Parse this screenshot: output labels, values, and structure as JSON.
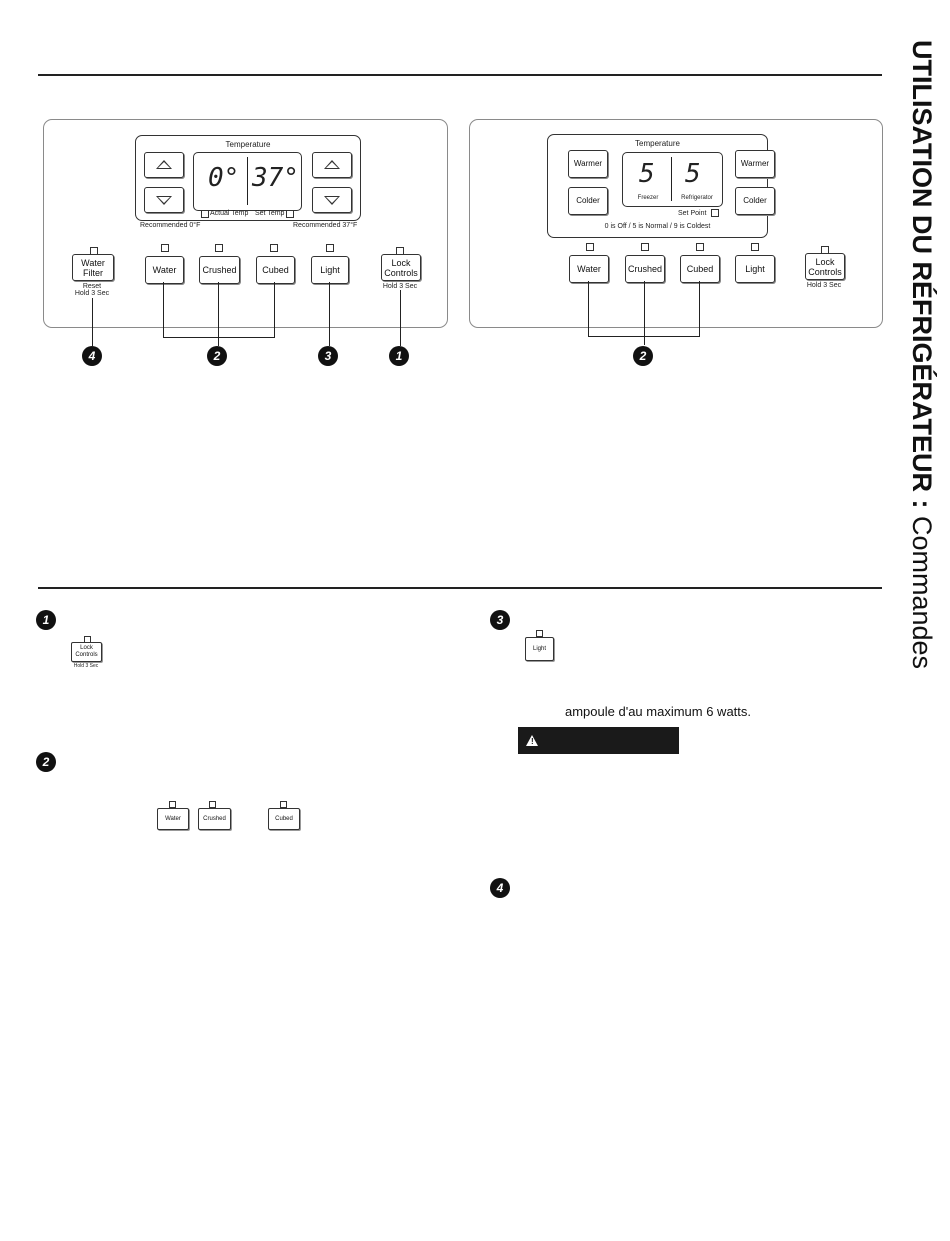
{
  "side_title": {
    "bold": "UTILISATION DU RÉFRIGÉRATEUR :",
    "light": " Commandes"
  },
  "panel_left": {
    "temperature_label": "Temperature",
    "freezer_temp": "0°",
    "fridge_temp": "37°",
    "actual_temp_label": "Actual Temp",
    "set_temp_label": "Set Temp",
    "recommended_freezer": "Recommended 0°F",
    "recommended_fridge": "Recommended 37°F",
    "buttons": {
      "water_filter": "Water Filter",
      "water": "Water",
      "crushed": "Crushed",
      "cubed": "Cubed",
      "light": "Light",
      "lock_controls": "Lock Controls"
    },
    "reset_label": "Reset",
    "reset_hold": "Hold 3 Sec",
    "lock_hold": "Hold 3 Sec",
    "callouts": [
      "4",
      "2",
      "3",
      "1"
    ]
  },
  "panel_right": {
    "temperature_label": "Temperature",
    "warmer_left": "Warmer",
    "colder_left": "Colder",
    "warmer_right": "Warmer",
    "colder_right": "Colder",
    "freezer_value": "5",
    "fridge_value": "5",
    "freezer_label": "Freezer",
    "fridge_label": "Refrigerator",
    "set_point_label": "Set Point",
    "scale_note": "0 is Off / 5 is Normal / 9 is Coldest",
    "buttons": {
      "water": "Water",
      "crushed": "Crushed",
      "cubed": "Cubed",
      "light": "Light",
      "lock_controls": "Lock Controls"
    },
    "lock_hold": "Hold 3 Sec",
    "callout": "2"
  },
  "sections": {
    "s1": {
      "number": "1",
      "icon_label": "Lock Controls",
      "icon_hold": "Hold 3 Sec"
    },
    "s2": {
      "number": "2",
      "water": "Water",
      "crushed": "Crushed",
      "cubed": "Cubed"
    },
    "s3": {
      "number": "3",
      "icon_label": "Light",
      "bulb_text": "ampoule d'au maximum 6 watts."
    },
    "s4": {
      "number": "4"
    }
  }
}
